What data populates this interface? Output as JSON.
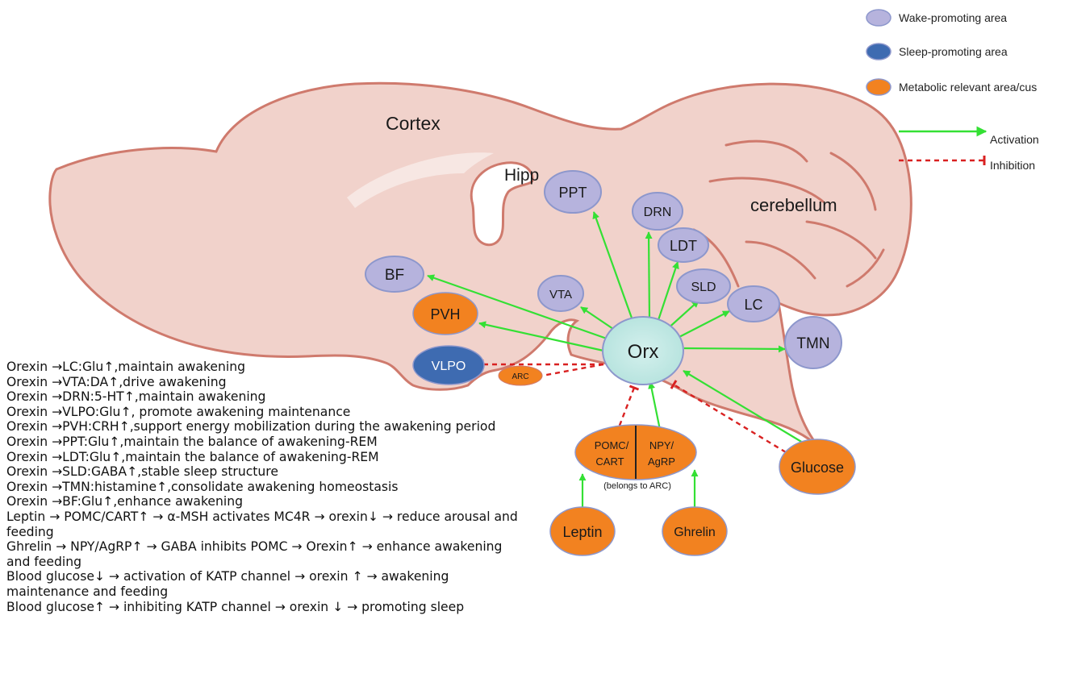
{
  "colors": {
    "wake": "#b6b3dd",
    "wake_stroke": "#8d97cc",
    "sleep": "#3e6bb1",
    "metabolic": "#f28220",
    "orx": "#bde6e2",
    "activation": "#34e034",
    "inhibition": "#d92121",
    "brain_fill": "#f1d2cb",
    "brain_stroke": "#cf7a6d"
  },
  "legend": {
    "wake": "Wake-promoting area",
    "sleep": "Sleep-promoting area",
    "metabolic": "Metabolic relevant area/cus",
    "activation": "Activation",
    "inhibition": "Inhibition"
  },
  "regions": {
    "cortex": "Cortex",
    "hipp": "Hipp",
    "cerebellum": "cerebellum"
  },
  "nodes": {
    "orx": "Orx",
    "ppt": "PPT",
    "drn": "DRN",
    "ldt": "LDT",
    "sld": "SLD",
    "lc": "LC",
    "tmn": "TMN",
    "vta": "VTA",
    "bf": "BF",
    "pvh": "PVH",
    "vlpo": "VLPO",
    "arc": "ARC",
    "pomc_line1": "POMC/",
    "pomc_line2": "CART",
    "npy_line1": "NPY/",
    "npy_line2": "AgRP",
    "arc_note": "(belongs  to ARC)",
    "leptin": "Leptin",
    "ghrelin": "Ghrelin",
    "glucose": "Glucose"
  },
  "notes": [
    "Orexin →LC:Glu↑,maintain awakening",
    "Orexin →VTA:DA↑,drive awakening",
    "Orexin →DRN:5-HT↑,maintain awakening",
    "Orexin →VLPO:Glu↑, promote awakening maintenance",
    "Orexin →PVH:CRH↑,support energy mobilization during the awakening period",
    "Orexin →PPT:Glu↑,maintain the balance of awakening-REM",
    "Orexin →LDT:Glu↑,maintain the balance of awakening-REM",
    "Orexin →SLD:GABA↑,stable sleep structure",
    "Orexin →TMN:histamine↑,consolidate awakening homeostasis",
    "Orexin →BF:Glu↑,enhance awakening",
    "Leptin → POMC/CART↑ → α-MSH activates MC4R → orexin↓ → reduce arousal and feeding",
    "Ghrelin → NPY/AgRP↑ → GABA inhibits POMC → Orexin↑ → enhance awakening and feeding",
    "Blood glucose↓ → activation of KATP channel → orexin ↑ → awakening maintenance and feeding",
    "Blood glucose↑ → inhibiting KATP channel → orexin ↓ → promoting sleep"
  ]
}
